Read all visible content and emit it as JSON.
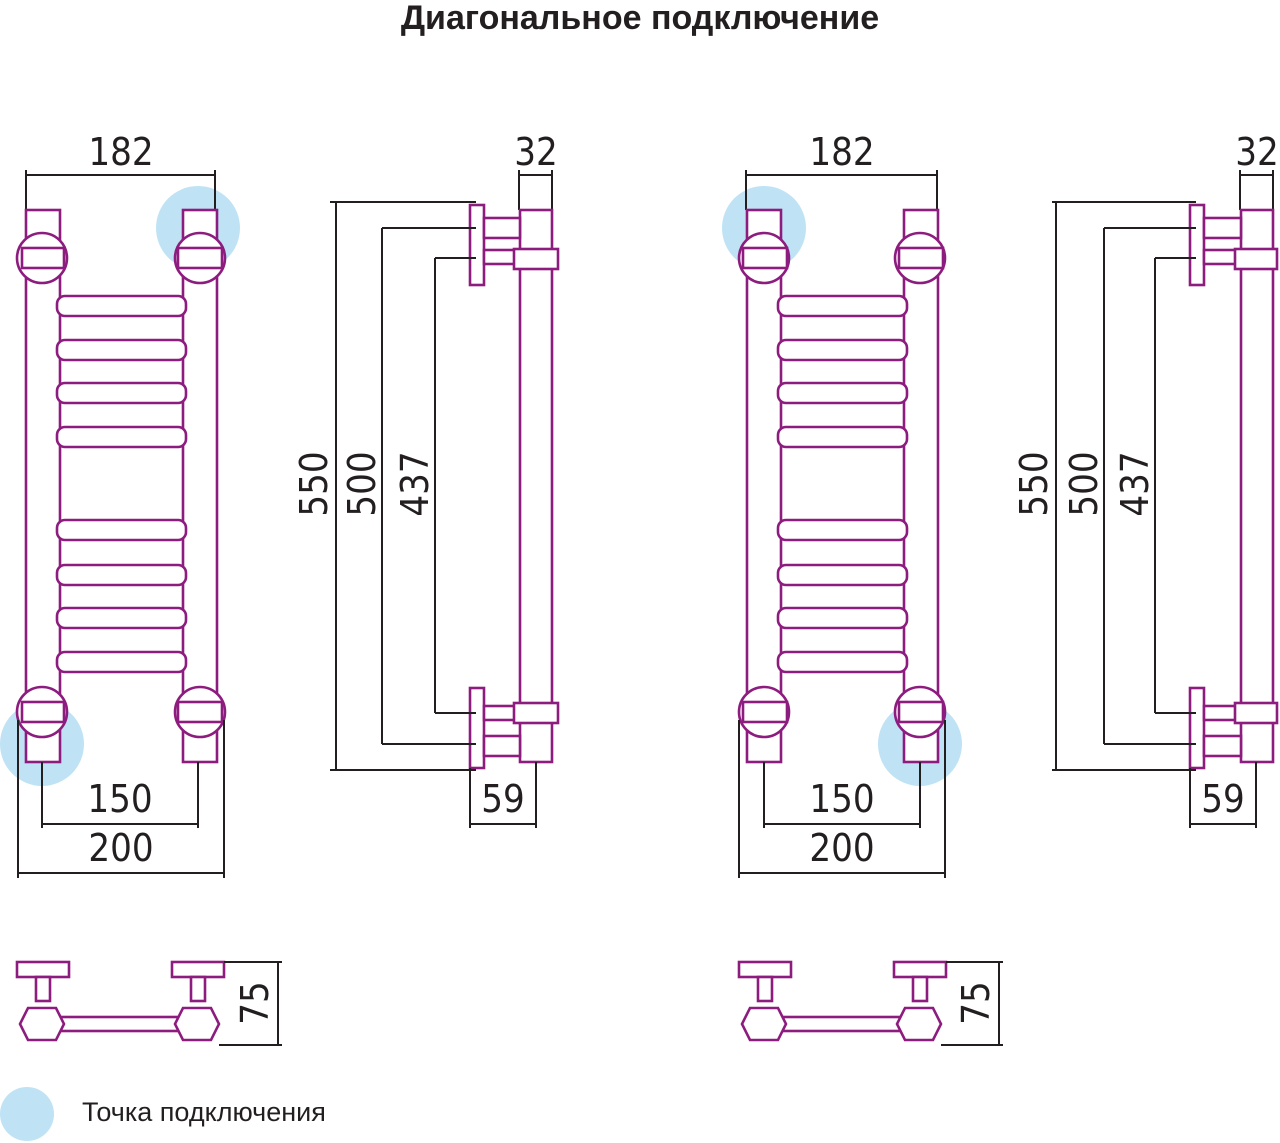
{
  "title": "Диагональное подключение",
  "legend": {
    "label": "Точка подключения",
    "dot_color": "#bfe3f5"
  },
  "colors": {
    "pipe": "#8d1c7f",
    "dimension": "#231f20",
    "highlight": "#bfe3f5"
  },
  "views": [
    {
      "front": {
        "width_top": "182",
        "center_distance": "150",
        "overall_width": "200"
      },
      "side": {
        "depth_top": "32",
        "height_overall": "550",
        "height_pipe": "500",
        "center_height": "437",
        "wall_offset": "59"
      },
      "top": {
        "projection": "75"
      }
    },
    {
      "front": {
        "width_top": "182",
        "center_distance": "150",
        "overall_width": "200"
      },
      "side": {
        "depth_top": "32",
        "height_overall": "550",
        "height_pipe": "500",
        "center_height": "437",
        "wall_offset": "59"
      },
      "top": {
        "projection": "75"
      }
    }
  ]
}
